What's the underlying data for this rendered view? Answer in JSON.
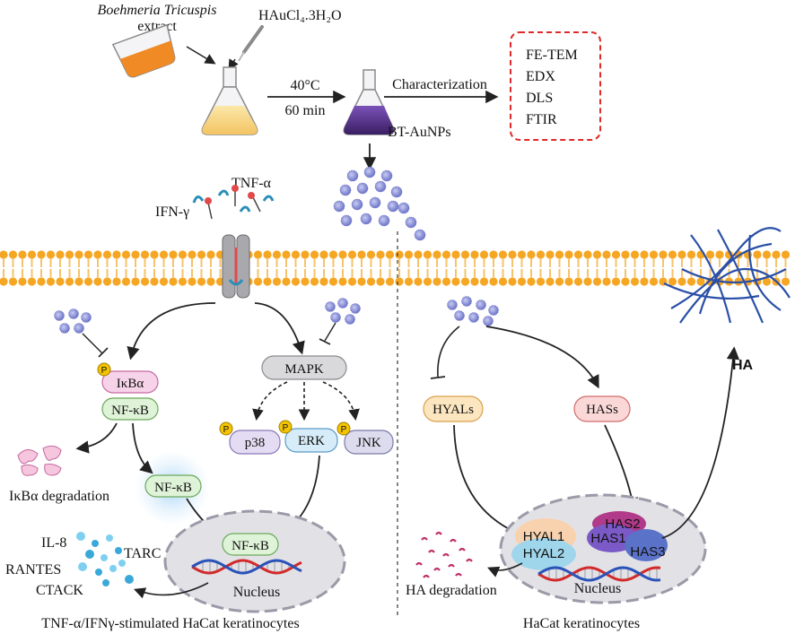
{
  "synthesis": {
    "plant_name": "Boehmeria Tricuspis",
    "extract_label": "extract",
    "gold_salt": "HAuCl₄.3H₂O",
    "temperature": "40°C",
    "duration": "60 min",
    "product": "BT-AuNPs",
    "characterization_label": "Characterization",
    "techniques": [
      "FE-TEM",
      "EDX",
      "DLS",
      "FTIR"
    ]
  },
  "left_panel": {
    "caption": "TNF-α/IFNγ-stimulated HaCat keratinocytes",
    "cytokines": {
      "ifn": "IFN-γ",
      "tnf": "TNF-α"
    },
    "ikba": "IκBα",
    "nfkb": "NF-κB",
    "ikba_degradation": "IκBα degradation",
    "mapk": "MAPK",
    "kinases": [
      "p38",
      "ERK",
      "JNK"
    ],
    "phospho_mark": "P",
    "nucleus": "Nucleus",
    "chemokines": [
      "IL-8",
      "TARC",
      "RANTES",
      "CTACK"
    ]
  },
  "right_panel": {
    "caption": "HaCat keratinocytes",
    "hyals": "HYALs",
    "hass": "HASs",
    "hyal_nuclear": [
      "HYAL1",
      "HYAL2"
    ],
    "has_nuclear": [
      "HAS2",
      "HAS1",
      "HAS3"
    ],
    "nucleus": "Nucleus",
    "ha_degradation": "HA degradation",
    "ha": "HA"
  },
  "colors": {
    "membrane_head": "#f5a623",
    "membrane_tail": "#f6c36a",
    "nanoparticle": "#8f95d8",
    "purple_solution": "#4a2a7a",
    "orange_solution": "#f08a24",
    "nucleus_fill": "#e2e2e6",
    "dna_red": "#d22a2a",
    "dna_blue": "#2a52b8",
    "box_red": "#e02a2a"
  }
}
